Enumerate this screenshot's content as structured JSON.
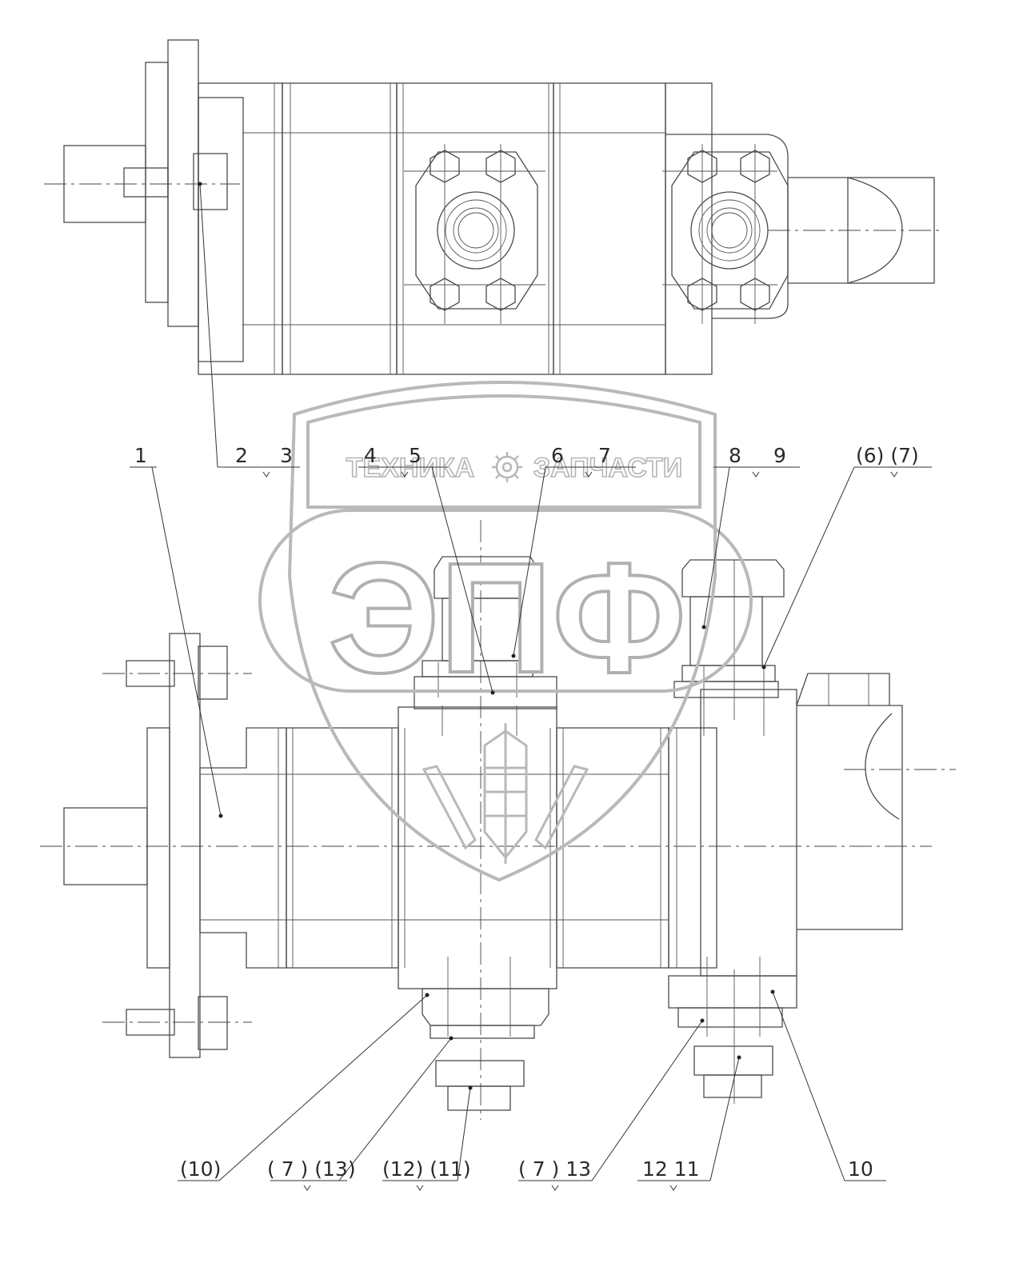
{
  "watermark": {
    "line1_left": "ТЕХНИКА",
    "line1_right": "ЗАПЧАСТИ",
    "logo": "ЭПФ",
    "gear_icon": "gear-icon"
  },
  "callouts": {
    "c1": "1",
    "c2": "2",
    "c3": "3",
    "c4": "4",
    "c5": "5",
    "c6": "6",
    "c7": "7",
    "c8": "8",
    "c9": "9",
    "c6_7": "(6) (7)",
    "c10p": "(10)",
    "c7_13p": "( 7 ) (13)",
    "c12_11p": "(12) (11)",
    "c7p_13": "( 7 )  13",
    "c12_11": "12    11",
    "c10": "10"
  },
  "colors": {
    "line": "#4a4a4a",
    "watermark": "#b5b5b5"
  }
}
